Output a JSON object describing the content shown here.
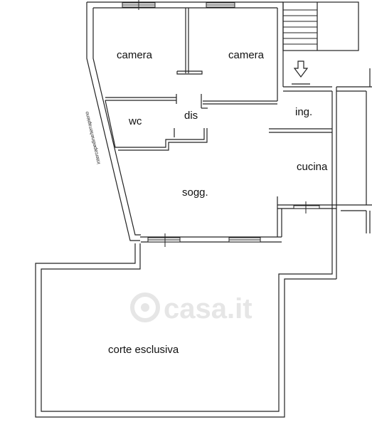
{
  "plan": {
    "rooms": {
      "camera_left": "camera",
      "camera_right": "camera",
      "wc": "wc",
      "dis": "dis",
      "ing": "ing.",
      "cucina": "cucina",
      "sogg": "sogg.",
      "corte": "corte esclusiva"
    },
    "side_note": "intercapedine/terrapieno"
  },
  "watermark": {
    "text": "casa.it",
    "color": "#e6e6e6"
  },
  "colors": {
    "wall": "#222222",
    "background": "#ffffff"
  }
}
